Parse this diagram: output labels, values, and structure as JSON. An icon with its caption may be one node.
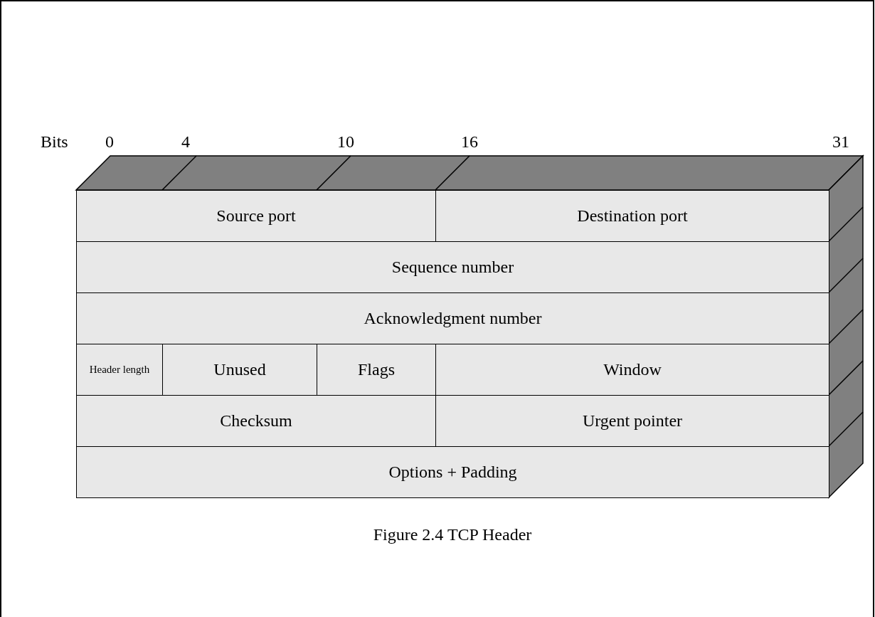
{
  "diagram": {
    "caption": "Figure 2.4 TCP Header",
    "nodes": [
      {
        "text": [
          "Source port"
        ]
      },
      {
        "text": [
          "Destination port"
        ]
      },
      {
        "text": [
          "Sequence number"
        ]
      },
      {
        "text": [
          "Acknowledgment number"
        ]
      },
      {
        "text": [
          "Header length"
        ]
      },
      {
        "text": [
          "Unused"
        ]
      },
      {
        "text": [
          "Flags"
        ]
      },
      {
        "text": [
          "Window"
        ]
      },
      {
        "text": [
          "Checksum"
        ]
      },
      {
        "text": [
          "Urgent pointer"
        ]
      },
      {
        "text": [
          "Options + Padding"
        ]
      }
    ],
    "labels": [
      "Bits",
      "0",
      "4",
      "10",
      "16",
      "31"
    ]
  }
}
